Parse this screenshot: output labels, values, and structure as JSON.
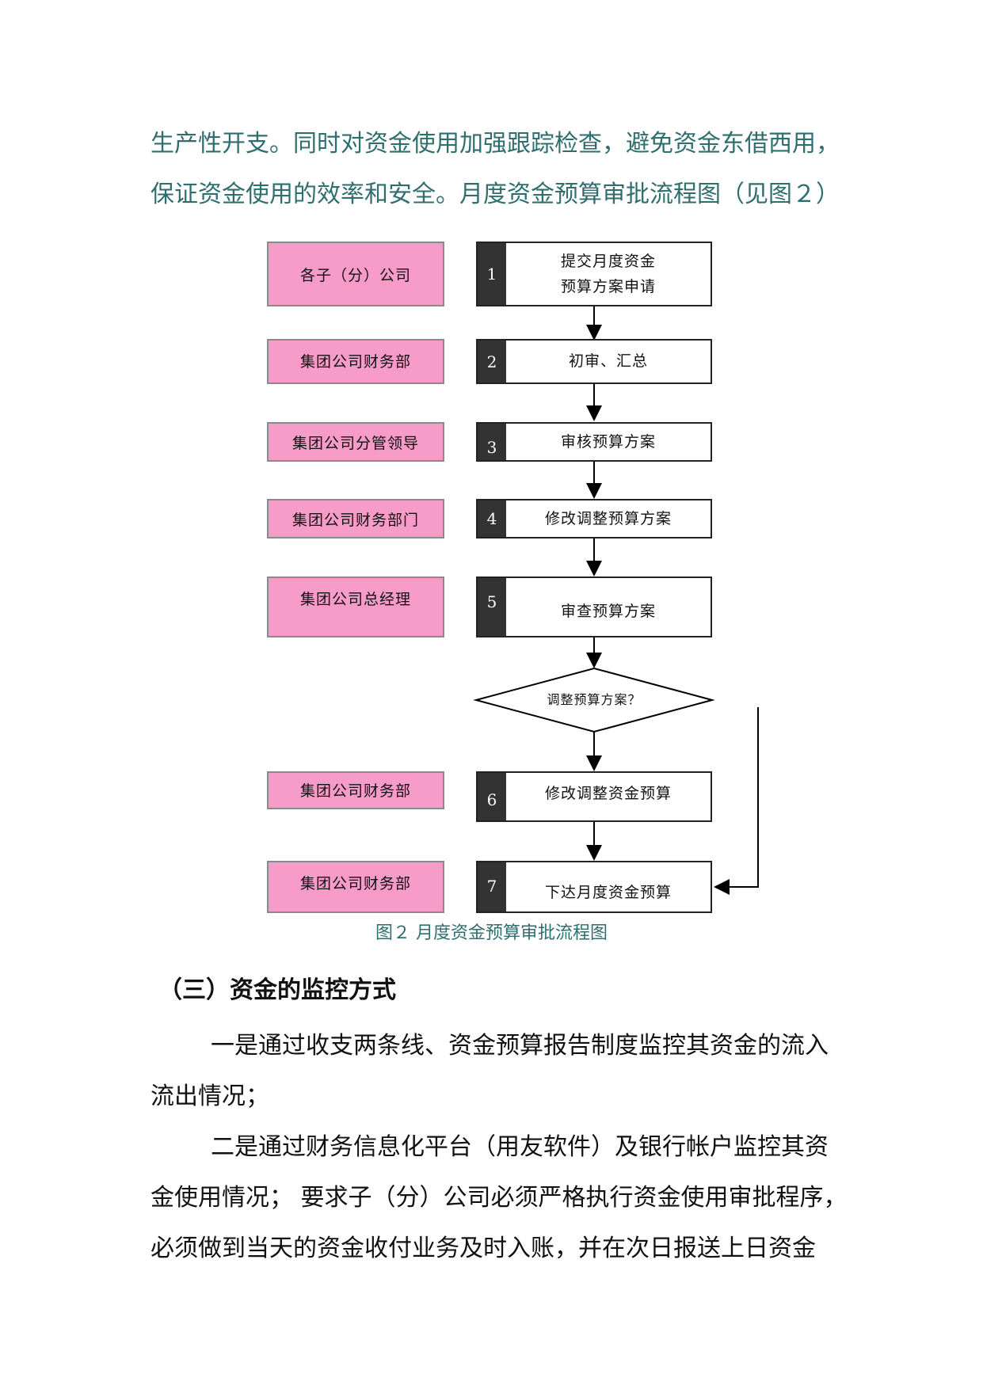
{
  "intro": {
    "line1": "生产性开支。同时对资金使用加强跟踪检查，避免资金东借西用，",
    "line2": "保证资金使用的效率和安全。月度资金预算审批流程图（见图２）"
  },
  "flow": {
    "steps": [
      {
        "role": "各子（分）公司",
        "num": "1",
        "text_line1": "提交月度资金",
        "text_line2": "预算方案申请"
      },
      {
        "role": "集团公司财务部",
        "num": "2",
        "text": "初审、汇总"
      },
      {
        "role": "集团公司分管领导",
        "num": "3",
        "text": "审核预算方案"
      },
      {
        "role": "集团公司财务部门",
        "num": "4",
        "text": "修改调整预算方案"
      },
      {
        "role": "集团公司总经理",
        "num": "5",
        "text": "审查预算方案"
      },
      {
        "role": "集团公司财务部",
        "num": "6",
        "text": "修改调整资金预算"
      },
      {
        "role": "集团公司财务部",
        "num": "7",
        "text": "下达月度资金预算"
      }
    ],
    "decision": "调整预算方案？",
    "caption": "图２  月度资金预算审批流程图"
  },
  "section": {
    "heading": "（三）资金的监控方式",
    "p1_line1": "一是通过收支两条线、资金预算报告制度监控其资金的流入",
    "p1_line2": "流出情况；",
    "p2_line1": "二是通过财务信息化平台（用友软件）及银行帐户监控其资",
    "p2_line2": "金使用情况；  要求子（分）公司必须严格执行资金使用审批程序，",
    "p2_line3": "必须做到当天的资金收付业务及时入账，并在次日报送上日资金"
  }
}
